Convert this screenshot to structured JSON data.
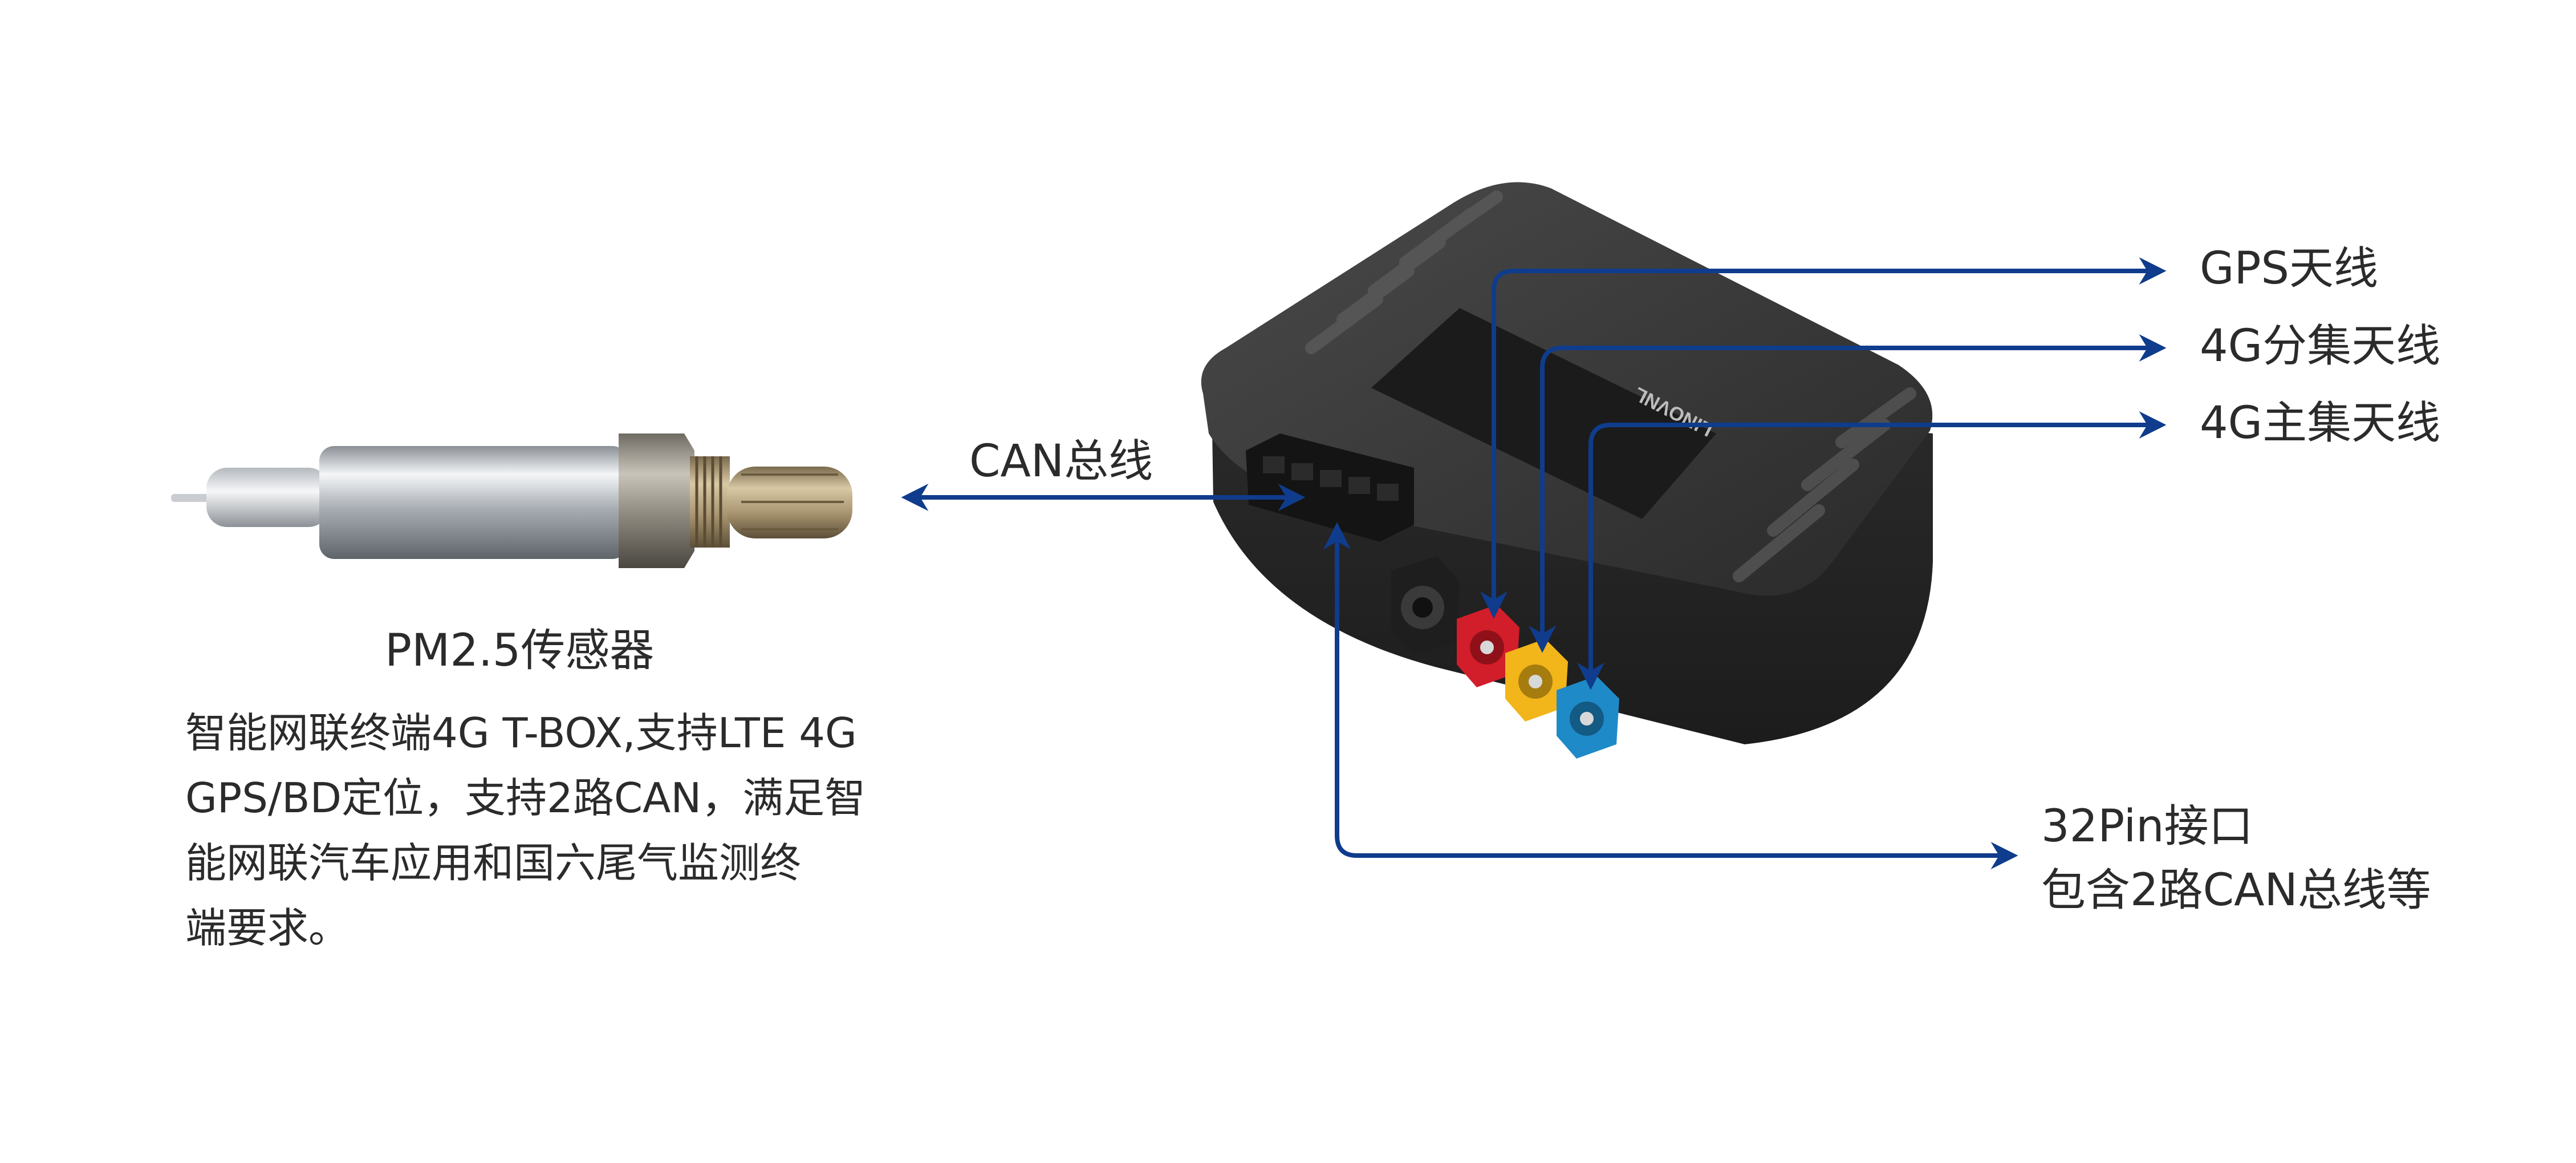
{
  "sensor": {
    "caption": "PM2.5传感器",
    "description_lines": [
      "智能网联终端4G T-BOX,支持LTE 4G",
      "GPS/BD定位，支持2路CAN，满足智",
      "能网联汽车应用和国六尾气监测终",
      "端要求。"
    ]
  },
  "device": {
    "brand_mark": "LINOVNL"
  },
  "connections": {
    "can_bus": "CAN总线",
    "gps_antenna": "GPS天线",
    "diversity_antenna_4g": "4G分集天线",
    "main_antenna_4g": "4G主集天线",
    "interface_line1": "32Pin接口",
    "interface_line2": "包含2路CAN总线等"
  },
  "colors": {
    "arrow": "#0f3c8c",
    "device_body": "#2f2f2f",
    "connector_red": "#d21d2a",
    "connector_yellow": "#f2b51a",
    "connector_blue": "#1f8ac8",
    "connector_black": "#1e1e1e"
  }
}
